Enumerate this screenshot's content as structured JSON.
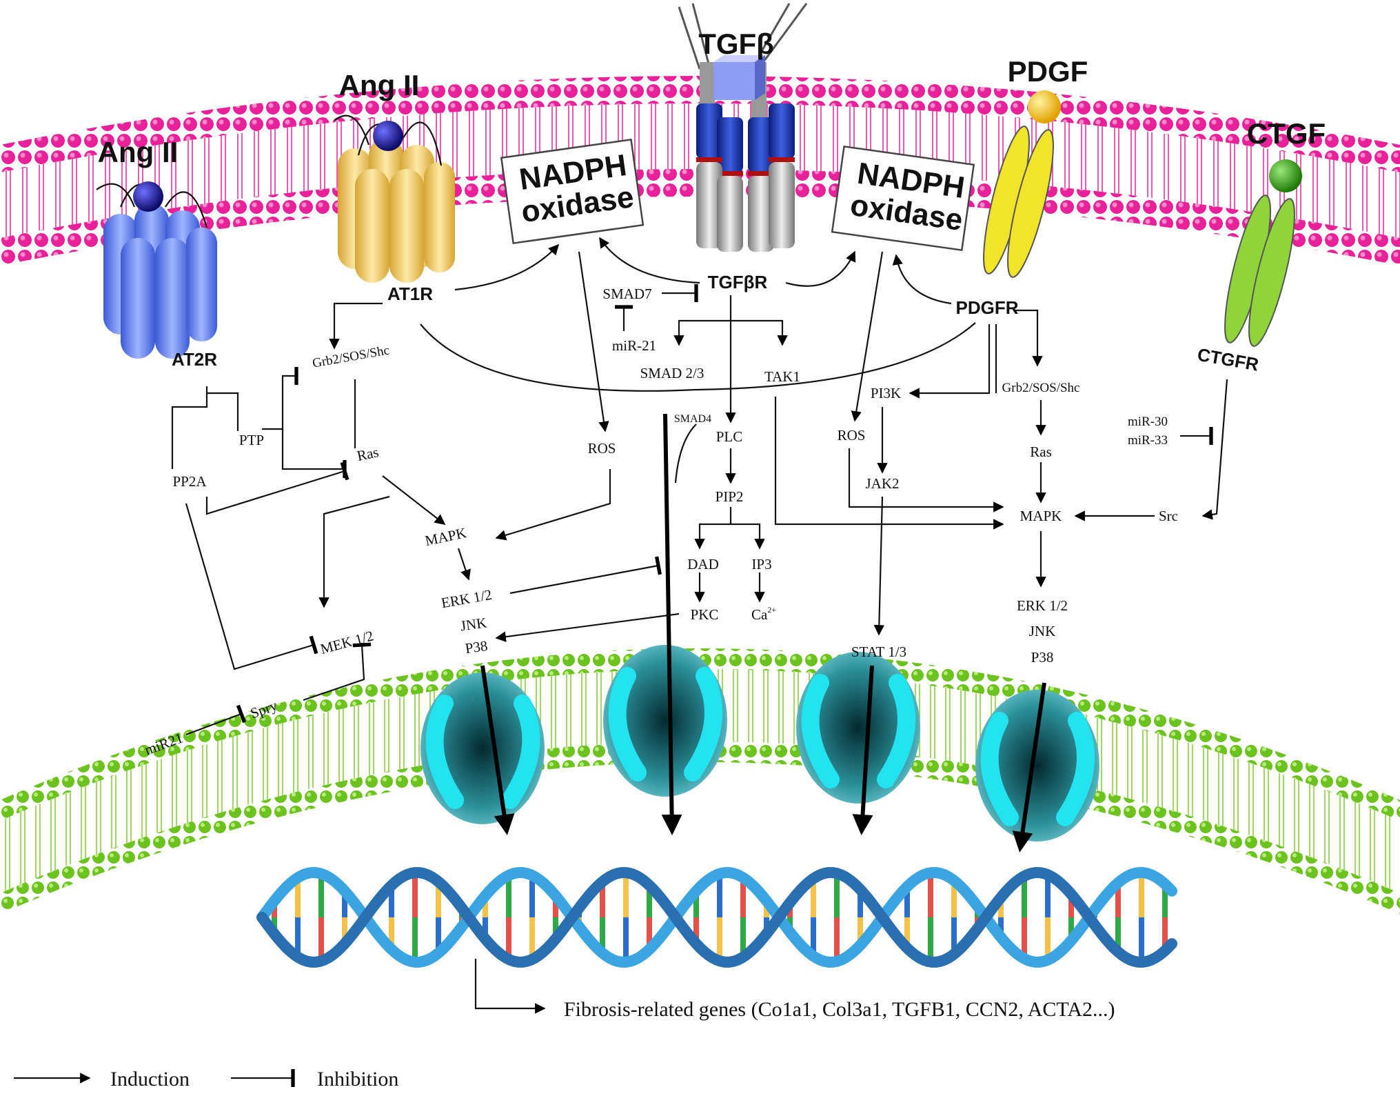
{
  "ligands": {
    "angii_left": "Ang II",
    "angii_right": "Ang II",
    "tgfb": "TGFβ",
    "pdgf": "PDGF",
    "ctgf": "CTGF"
  },
  "receptors": {
    "at2r": "AT2R",
    "at1r": "AT1R",
    "tgfbr": "TGFβR",
    "pdgfr": "PDGFR",
    "ctgfr": "CTGFR"
  },
  "nadph_left": {
    "line1": "NADPH",
    "line2": "oxidase"
  },
  "nadph_right": {
    "line1": "NADPH",
    "line2": "oxidase"
  },
  "nodes": {
    "smad7": "SMAD7",
    "mir21_top": "miR-21",
    "smad23": "SMAD 2/3",
    "tak1": "TAK1",
    "smad4": "SMAD4",
    "plc": "PLC",
    "pip2": "PIP2",
    "dad": "DAD",
    "ip3": "IP3",
    "pkc": "PKC",
    "ca": "Ca",
    "ca_sup": "2+",
    "grb2_left": "Grb2/SOS/Shc",
    "ptp": "PTP",
    "ras_left": "Ras",
    "pp2a": "PP2A",
    "mapk_left": "MAPK",
    "erk_left": "ERK 1/2",
    "jnk_left": "JNK",
    "p38_left": "P38",
    "mek": "MEK 1/2",
    "spry": "Spry",
    "mir21_bottom": "miR21",
    "ros_left": "ROS",
    "ros_right": "ROS",
    "pi3k": "PI3K",
    "jak2": "JAK2",
    "stat": "STAT 1/3",
    "grb2_right": "Grb2/SOS/Shc",
    "ras_right": "Ras",
    "mapk_right": "MAPK",
    "src": "Src",
    "mir30": "miR-30",
    "mir33": "miR-33",
    "erk_right": "ERK 1/2",
    "jnk_right": "JNK",
    "p38_right": "P38"
  },
  "genes": "Fibrosis-related genes (Co1a1, Col3a1, TGFB1, CCN2, ACTA2...)",
  "legend": {
    "induction": "Induction",
    "inhibition": "Inhibition"
  },
  "colors": {
    "outer_membrane": "#e8219a",
    "nuclear_membrane": "#7dcf2a",
    "pore": "#22e3ef",
    "at2r": "#6f8fff",
    "at1r": "#f2cc5c",
    "pdgfr": "#f2e42a",
    "ctgfr": "#8fd43a",
    "dna_backbone": "#3aa5e0"
  }
}
